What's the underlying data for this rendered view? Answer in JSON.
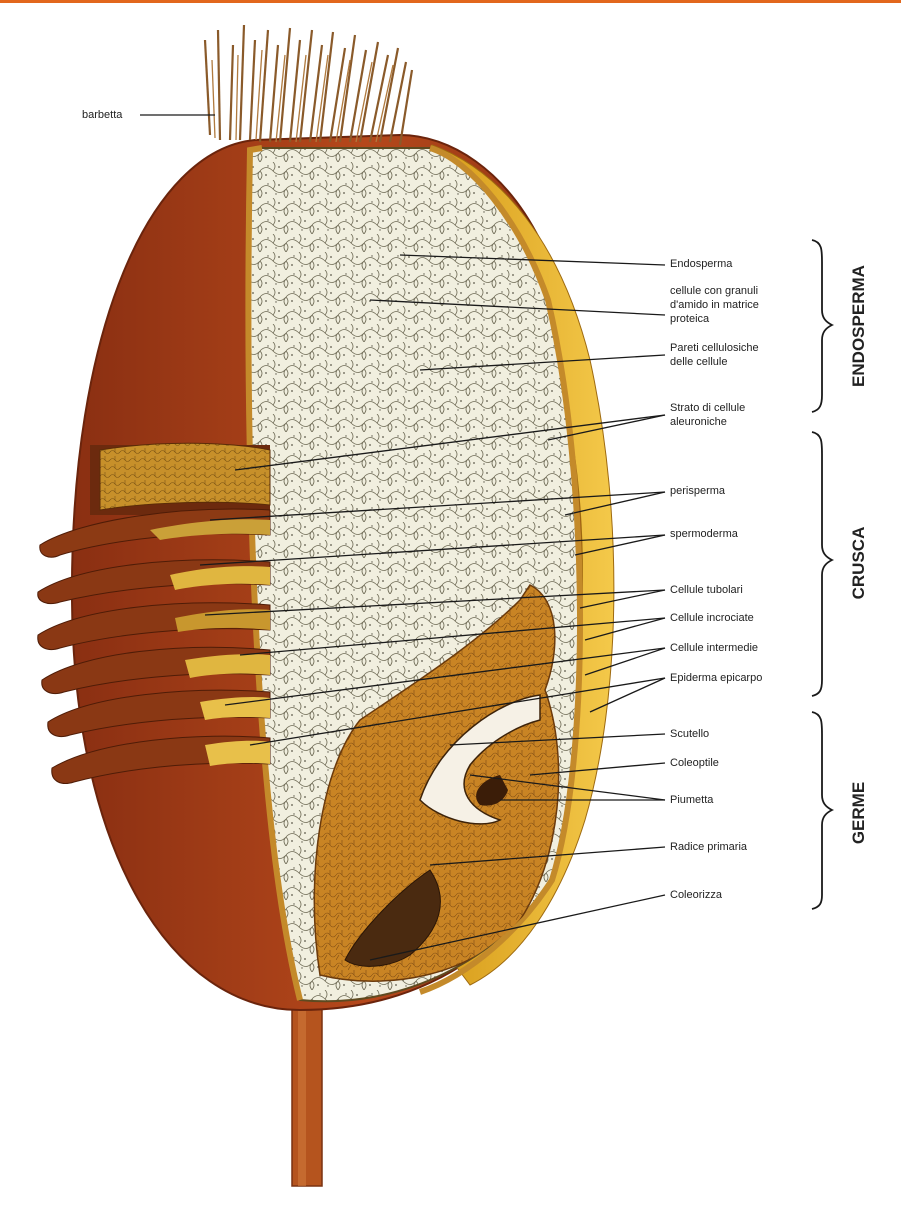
{
  "labels": {
    "barbetta": "barbetta",
    "endosperma": "Endosperma",
    "cellule_granuli": "cellule con granuli\nd'amido in matrice\nproteica",
    "pareti": "Pareti cellulosiche\ndelle cellule",
    "strato": "Strato di cellule\naleuroniche",
    "perisperma": "perisperma",
    "spermoderma": "spermoderma",
    "tubolari": "Cellule tubolari",
    "incrociate": "Cellule incrociate",
    "intermedie": "Cellule intermedie",
    "epiderma": "Epiderma epicarpo",
    "scutello": "Scutello",
    "coleoptile": "Coleoptile",
    "piumetta": "Piumetta",
    "radice": "Radice primaria",
    "coleorizza": "Coleorizza"
  },
  "groups": {
    "endosperma": "ENDOSPERMA",
    "crusca": "CRUSCA",
    "germe": "GERME"
  },
  "colors": {
    "accent_bar": "#e2671c",
    "seed_coat": "#a23c16",
    "yellow_layer": "#e8b020",
    "endosperm": "#efeedd",
    "germ": "#c47a1e"
  }
}
